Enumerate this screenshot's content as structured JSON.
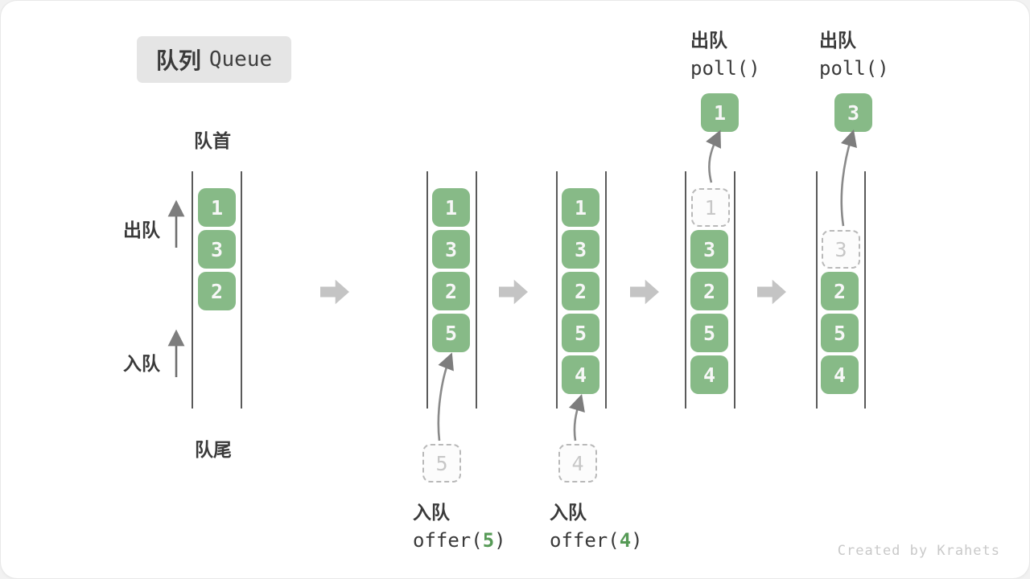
{
  "title": {
    "zh": "队列",
    "en": "Queue"
  },
  "side_labels": {
    "front": "队首",
    "rear": "队尾",
    "dequeue": "出队",
    "enqueue": "入队"
  },
  "colors": {
    "item_green": "#87ba87",
    "code_arg_green": "#569a56",
    "block_arrow_gray": "#c4c4c4",
    "text_dark": "#3a3a3a",
    "ghost_gray": "#c7c7c7"
  },
  "operations": {
    "enqueue5": {
      "action": "入队",
      "code_pre": "offer(",
      "arg": "5",
      "code_post": ")"
    },
    "enqueue4": {
      "action": "入队",
      "code_pre": "offer(",
      "arg": "4",
      "code_post": ")"
    },
    "poll1": {
      "action": "出队",
      "code": "poll()"
    },
    "poll2": {
      "action": "出队",
      "code": "poll()"
    }
  },
  "states": [
    {
      "name": "initial",
      "slots": [
        "1",
        "3",
        "2"
      ]
    },
    {
      "name": "after-offer-5",
      "slots": [
        "1",
        "3",
        "2",
        "5"
      ],
      "pending": "5"
    },
    {
      "name": "after-offer-4",
      "slots": [
        "1",
        "3",
        "2",
        "5",
        "4"
      ],
      "pending": "4"
    },
    {
      "name": "after-poll-1",
      "ghost": "1",
      "slots": [
        "3",
        "2",
        "5",
        "4"
      ],
      "popped": "1"
    },
    {
      "name": "after-poll-3",
      "ghost": "3",
      "slots": [
        "2",
        "5",
        "4"
      ],
      "popped": "3"
    }
  ],
  "watermark": "Created by Krahets"
}
